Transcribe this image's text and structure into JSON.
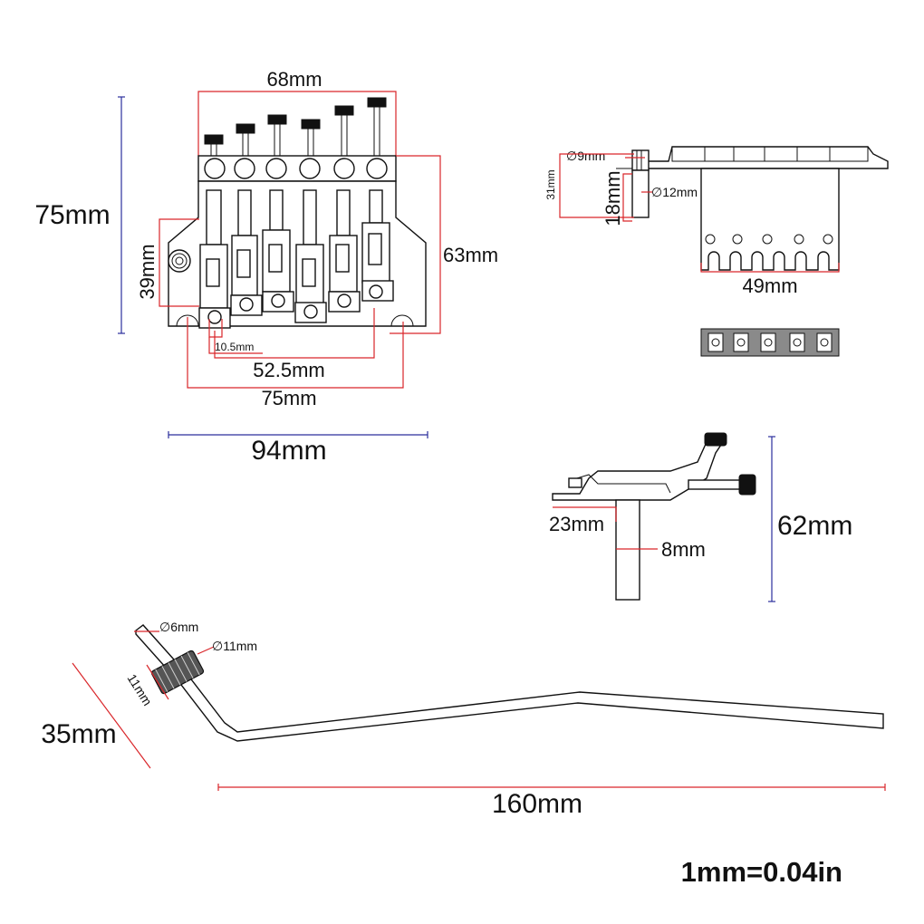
{
  "bridge_front": {
    "width_top": "68mm",
    "height_total": "75mm",
    "height_plate": "39mm",
    "height_right": "63mm",
    "saddle_spacing": "10.5mm",
    "stud_spacing_inner": "52.5mm",
    "stud_spacing_outer": "75mm",
    "width_total": "94mm"
  },
  "bridge_side": {
    "post_diameter": "∅9mm",
    "bushing_diameter": "∅12mm",
    "height_31": "31mm",
    "height_18": "18mm",
    "block_width": "49mm"
  },
  "bridge_profile": {
    "plate_depth": "23mm",
    "block_width": "8mm",
    "height_total": "62mm"
  },
  "arm": {
    "tip_diameter": "∅6mm",
    "collar_diameter": "∅11mm",
    "collar_length": "11mm",
    "bend_height": "35mm",
    "length": "160mm"
  },
  "note": "1mm=0.04in",
  "colors": {
    "dimension_red": "#d9262a",
    "dimension_blue": "#2b2f9c",
    "outline": "#111111"
  }
}
